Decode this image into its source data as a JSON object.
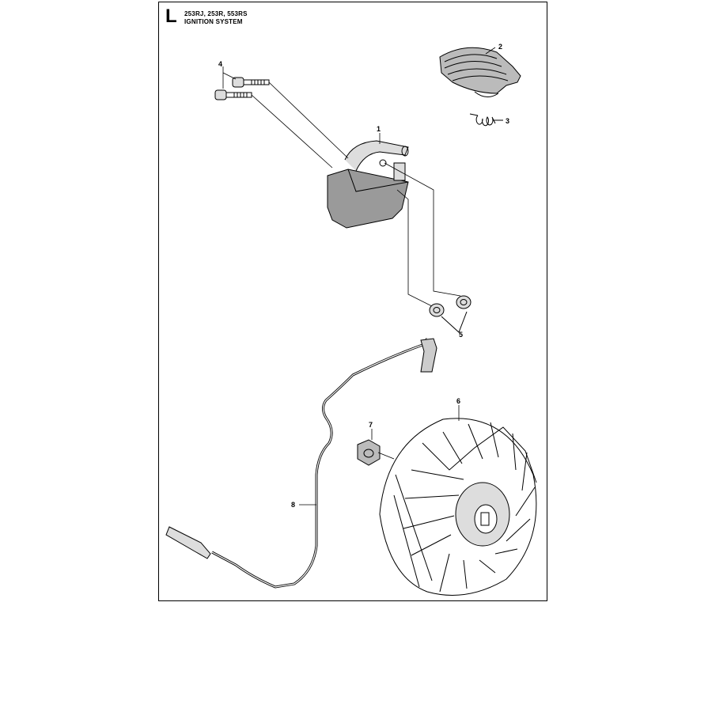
{
  "header": {
    "section_letter": "L",
    "models": "253RJ, 253R, 553RS",
    "title": "IGNITION SYSTEM"
  },
  "callouts": [
    {
      "id": "1"
    },
    {
      "id": "2"
    },
    {
      "id": "3"
    },
    {
      "id": "4"
    },
    {
      "id": "5"
    },
    {
      "id": "6"
    },
    {
      "id": "7"
    },
    {
      "id": "8"
    }
  ],
  "colors": {
    "line": "#000000",
    "background": "#ffffff",
    "shade": "#cccccc"
  }
}
